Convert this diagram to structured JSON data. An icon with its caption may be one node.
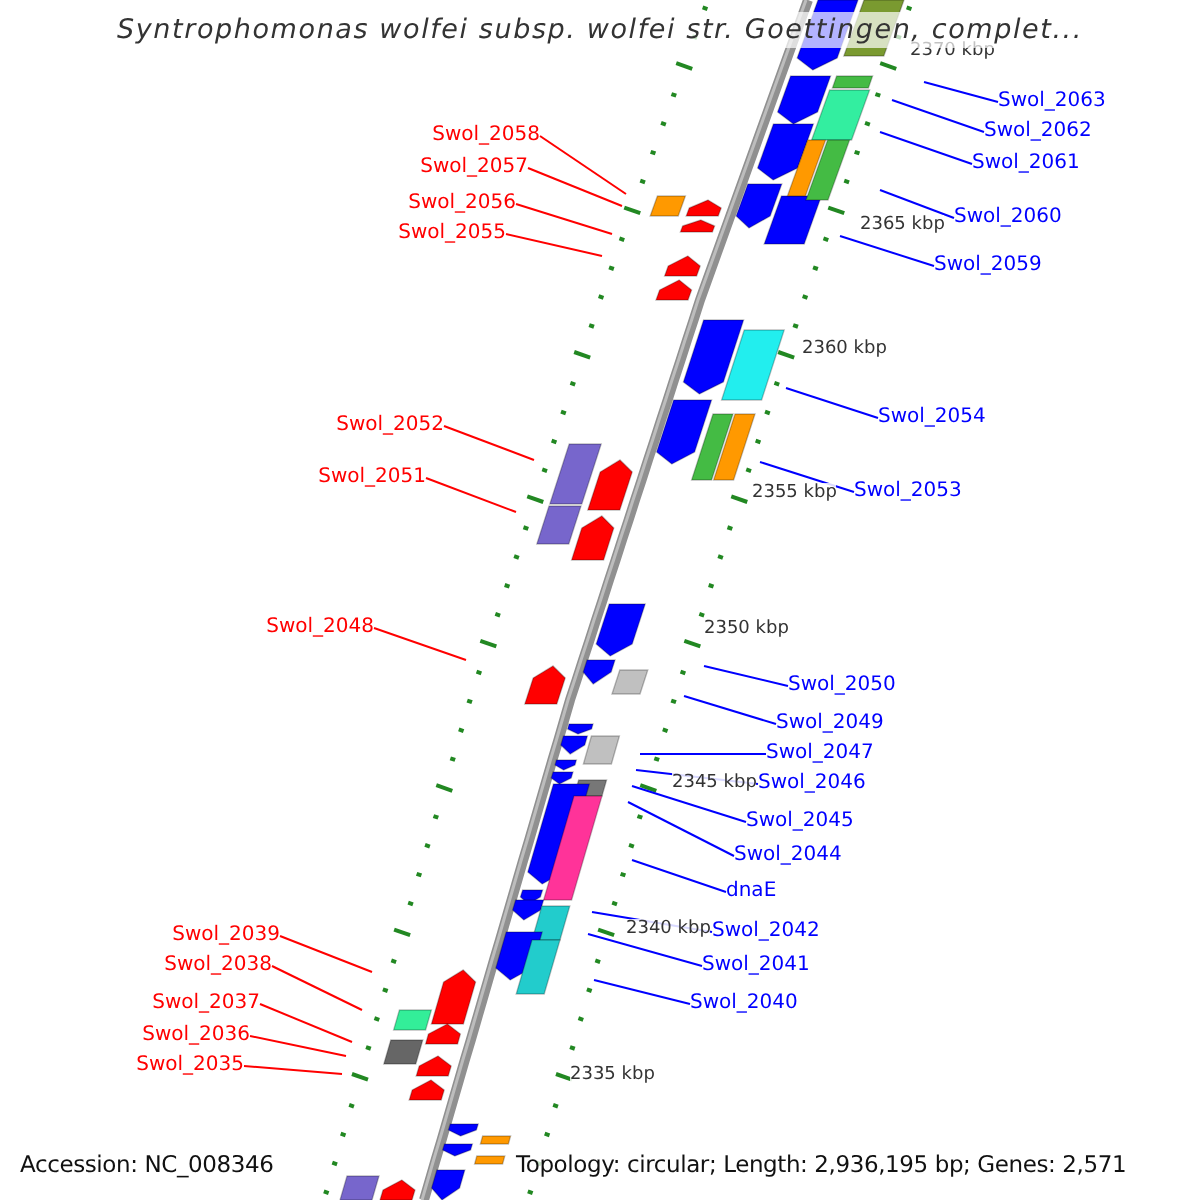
{
  "diagram": {
    "title": "Syntrophomonas wolfei subsp. wolfei str. Goettingen, complet...",
    "nodes": [
      {
        "text": [
          "Swol_2063"
        ]
      },
      {
        "text": [
          "Swol_2062"
        ]
      },
      {
        "text": [
          "Swol_2058"
        ]
      },
      {
        "text": [
          "Swol_2061"
        ]
      },
      {
        "text": [
          "Swol_2057"
        ]
      },
      {
        "text": [
          "Swol_2056"
        ]
      },
      {
        "text": [
          "Swol_2060"
        ]
      },
      {
        "text": [
          "Swol_2055"
        ]
      },
      {
        "text": [
          "Swol_2059"
        ]
      },
      {
        "text": [
          "Swol_2054"
        ]
      },
      {
        "text": [
          "Swol_2052"
        ]
      },
      {
        "text": [
          "Swol_2051"
        ]
      },
      {
        "text": [
          "Swol_2053"
        ]
      },
      {
        "text": [
          "Swol_2048"
        ]
      },
      {
        "text": [
          "Swol_2050"
        ]
      },
      {
        "text": [
          "Swol_2049"
        ]
      },
      {
        "text": [
          "Swol_2047"
        ]
      },
      {
        "text": [
          "Swol_2046"
        ]
      },
      {
        "text": [
          "Swol_2045"
        ]
      },
      {
        "text": [
          "Swol_2044"
        ]
      },
      {
        "text": [
          "dnaE"
        ]
      },
      {
        "text": [
          "Swol_2042"
        ]
      },
      {
        "text": [
          "Swol_2039"
        ]
      },
      {
        "text": [
          "Swol_2038"
        ]
      },
      {
        "text": [
          "Swol_2041"
        ]
      },
      {
        "text": [
          "Swol_2037"
        ]
      },
      {
        "text": [
          "Swol_2040"
        ]
      },
      {
        "text": [
          "Swol_2036"
        ]
      },
      {
        "text": [
          "Swol_2035"
        ]
      }
    ],
    "edges": [
      {
        "from": 0,
        "to": null,
        "arrow": "none"
      },
      {
        "from": 1,
        "to": null,
        "arrow": "none"
      },
      {
        "from": 2,
        "to": null,
        "arrow": "none",
        "color": "#ff0000"
      },
      {
        "from": 3,
        "to": null,
        "arrow": "none"
      },
      {
        "from": 4,
        "to": null,
        "arrow": "none",
        "color": "#ff0000"
      },
      {
        "from": 5,
        "to": null,
        "arrow": "none",
        "color": "#ff0000"
      },
      {
        "from": 6,
        "to": null,
        "arrow": "none"
      },
      {
        "from": 7,
        "to": null,
        "arrow": "none",
        "color": "#ff0000"
      },
      {
        "from": 8,
        "to": null,
        "arrow": "none"
      },
      {
        "from": 9,
        "to": null,
        "arrow": "none"
      },
      {
        "from": 10,
        "to": null,
        "arrow": "none",
        "color": "#ff0000"
      },
      {
        "from": 11,
        "to": null,
        "arrow": "none",
        "color": "#ff0000"
      },
      {
        "from": 12,
        "to": null,
        "arrow": "none"
      },
      {
        "from": 13,
        "to": null,
        "arrow": "none",
        "color": "#ff0000"
      },
      {
        "from": 14,
        "to": null,
        "arrow": "none"
      },
      {
        "from": 15,
        "to": null,
        "arrow": "none"
      },
      {
        "from": 16,
        "to": null,
        "arrow": "none"
      },
      {
        "from": 17,
        "to": null,
        "arrow": "none"
      },
      {
        "from": 18,
        "to": null,
        "arrow": "none"
      },
      {
        "from": 19,
        "to": null,
        "arrow": "none"
      },
      {
        "from": 20,
        "to": null,
        "arrow": "none"
      },
      {
        "from": 21,
        "to": null,
        "arrow": "none"
      },
      {
        "from": 22,
        "to": null,
        "arrow": "none",
        "color": "#ff0000"
      },
      {
        "from": 23,
        "to": null,
        "arrow": "none",
        "color": "#ff0000"
      },
      {
        "from": 24,
        "to": null,
        "arrow": "none"
      },
      {
        "from": 25,
        "to": null,
        "arrow": "none",
        "color": "#ff0000"
      },
      {
        "from": 26,
        "to": null,
        "arrow": "none"
      },
      {
        "from": 27,
        "to": null,
        "arrow": "none",
        "color": "#ff0000"
      },
      {
        "from": 28,
        "to": null,
        "arrow": "none",
        "color": "#ff0000"
      }
    ],
    "labels": [
      "2370 kbp",
      "2365 kbp",
      "2360 kbp",
      "2355 kbp",
      "2350 kbp",
      "2345 kbp",
      "2340 kbp",
      "2335 kbp",
      "Accession: NC_008346",
      "Topology: circular; Length: 2,936,195 bp; Genes: 2,571"
    ]
  }
}
